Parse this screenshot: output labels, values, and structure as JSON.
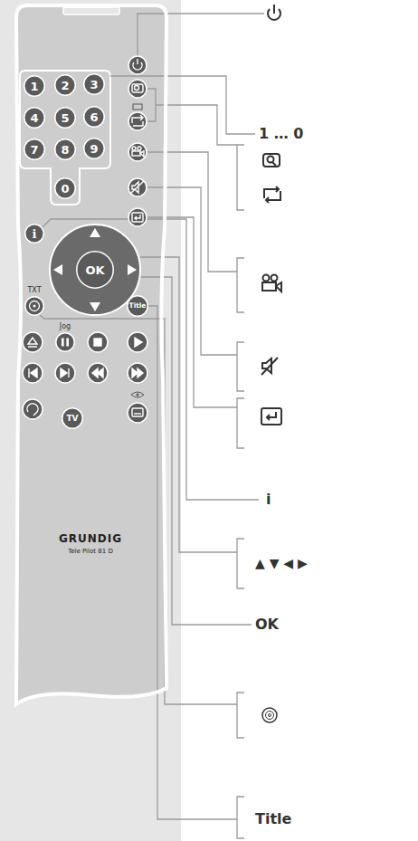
{
  "diagram": {
    "nodes": [
      {
        "text": [
          "GRUNDIG",
          "Tele Pilot 81 D"
        ]
      },
      {
        "text": [
          "1"
        ],
        "in": 0
      },
      {
        "text": [
          "2"
        ],
        "in": 0
      },
      {
        "text": [
          "3"
        ],
        "in": 0
      },
      {
        "text": [
          "4"
        ],
        "in": 0
      },
      {
        "text": [
          "5"
        ],
        "in": 0
      },
      {
        "text": [
          "6"
        ],
        "in": 0
      },
      {
        "text": [
          "7"
        ],
        "in": 0
      },
      {
        "text": [
          "8"
        ],
        "in": 0
      },
      {
        "text": [
          "9"
        ],
        "in": 0
      },
      {
        "text": [
          "0"
        ],
        "in": 0
      },
      {
        "text": [
          "i"
        ],
        "in": 0
      },
      {
        "text": [
          "OK"
        ],
        "in": 0
      },
      {
        "text": [
          "TXT"
        ],
        "in": 0
      },
      {
        "text": [
          "Title"
        ],
        "in": 0
      },
      {
        "text": [
          "Jog"
        ],
        "in": 0
      },
      {
        "text": [
          "TV"
        ],
        "in": 0
      }
    ],
    "labels": [
      "1 … 0",
      "i",
      "▲ ▼ ◀ ▶",
      "OK",
      "Title"
    ]
  }
}
